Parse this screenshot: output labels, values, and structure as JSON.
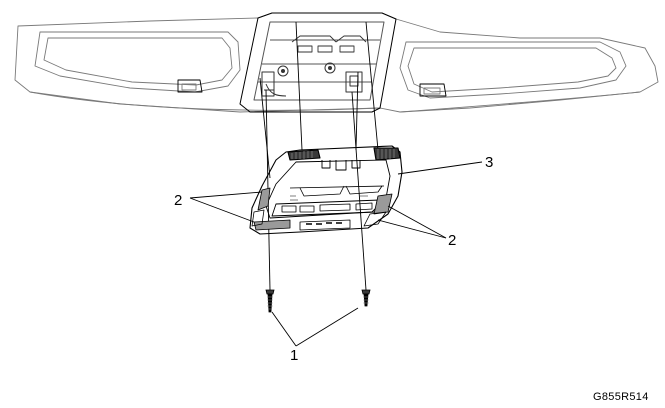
{
  "diagram": {
    "callouts": {
      "fastener": "1",
      "retainer_upper": "2",
      "retainer_lower": "2",
      "console_bezel": "3"
    },
    "figure_id": "G855R514"
  },
  "colors": {
    "line": "#000000",
    "light_line": "#7a7a7a",
    "shade": "#9a9a9a",
    "dark": "#3a3a3a"
  }
}
